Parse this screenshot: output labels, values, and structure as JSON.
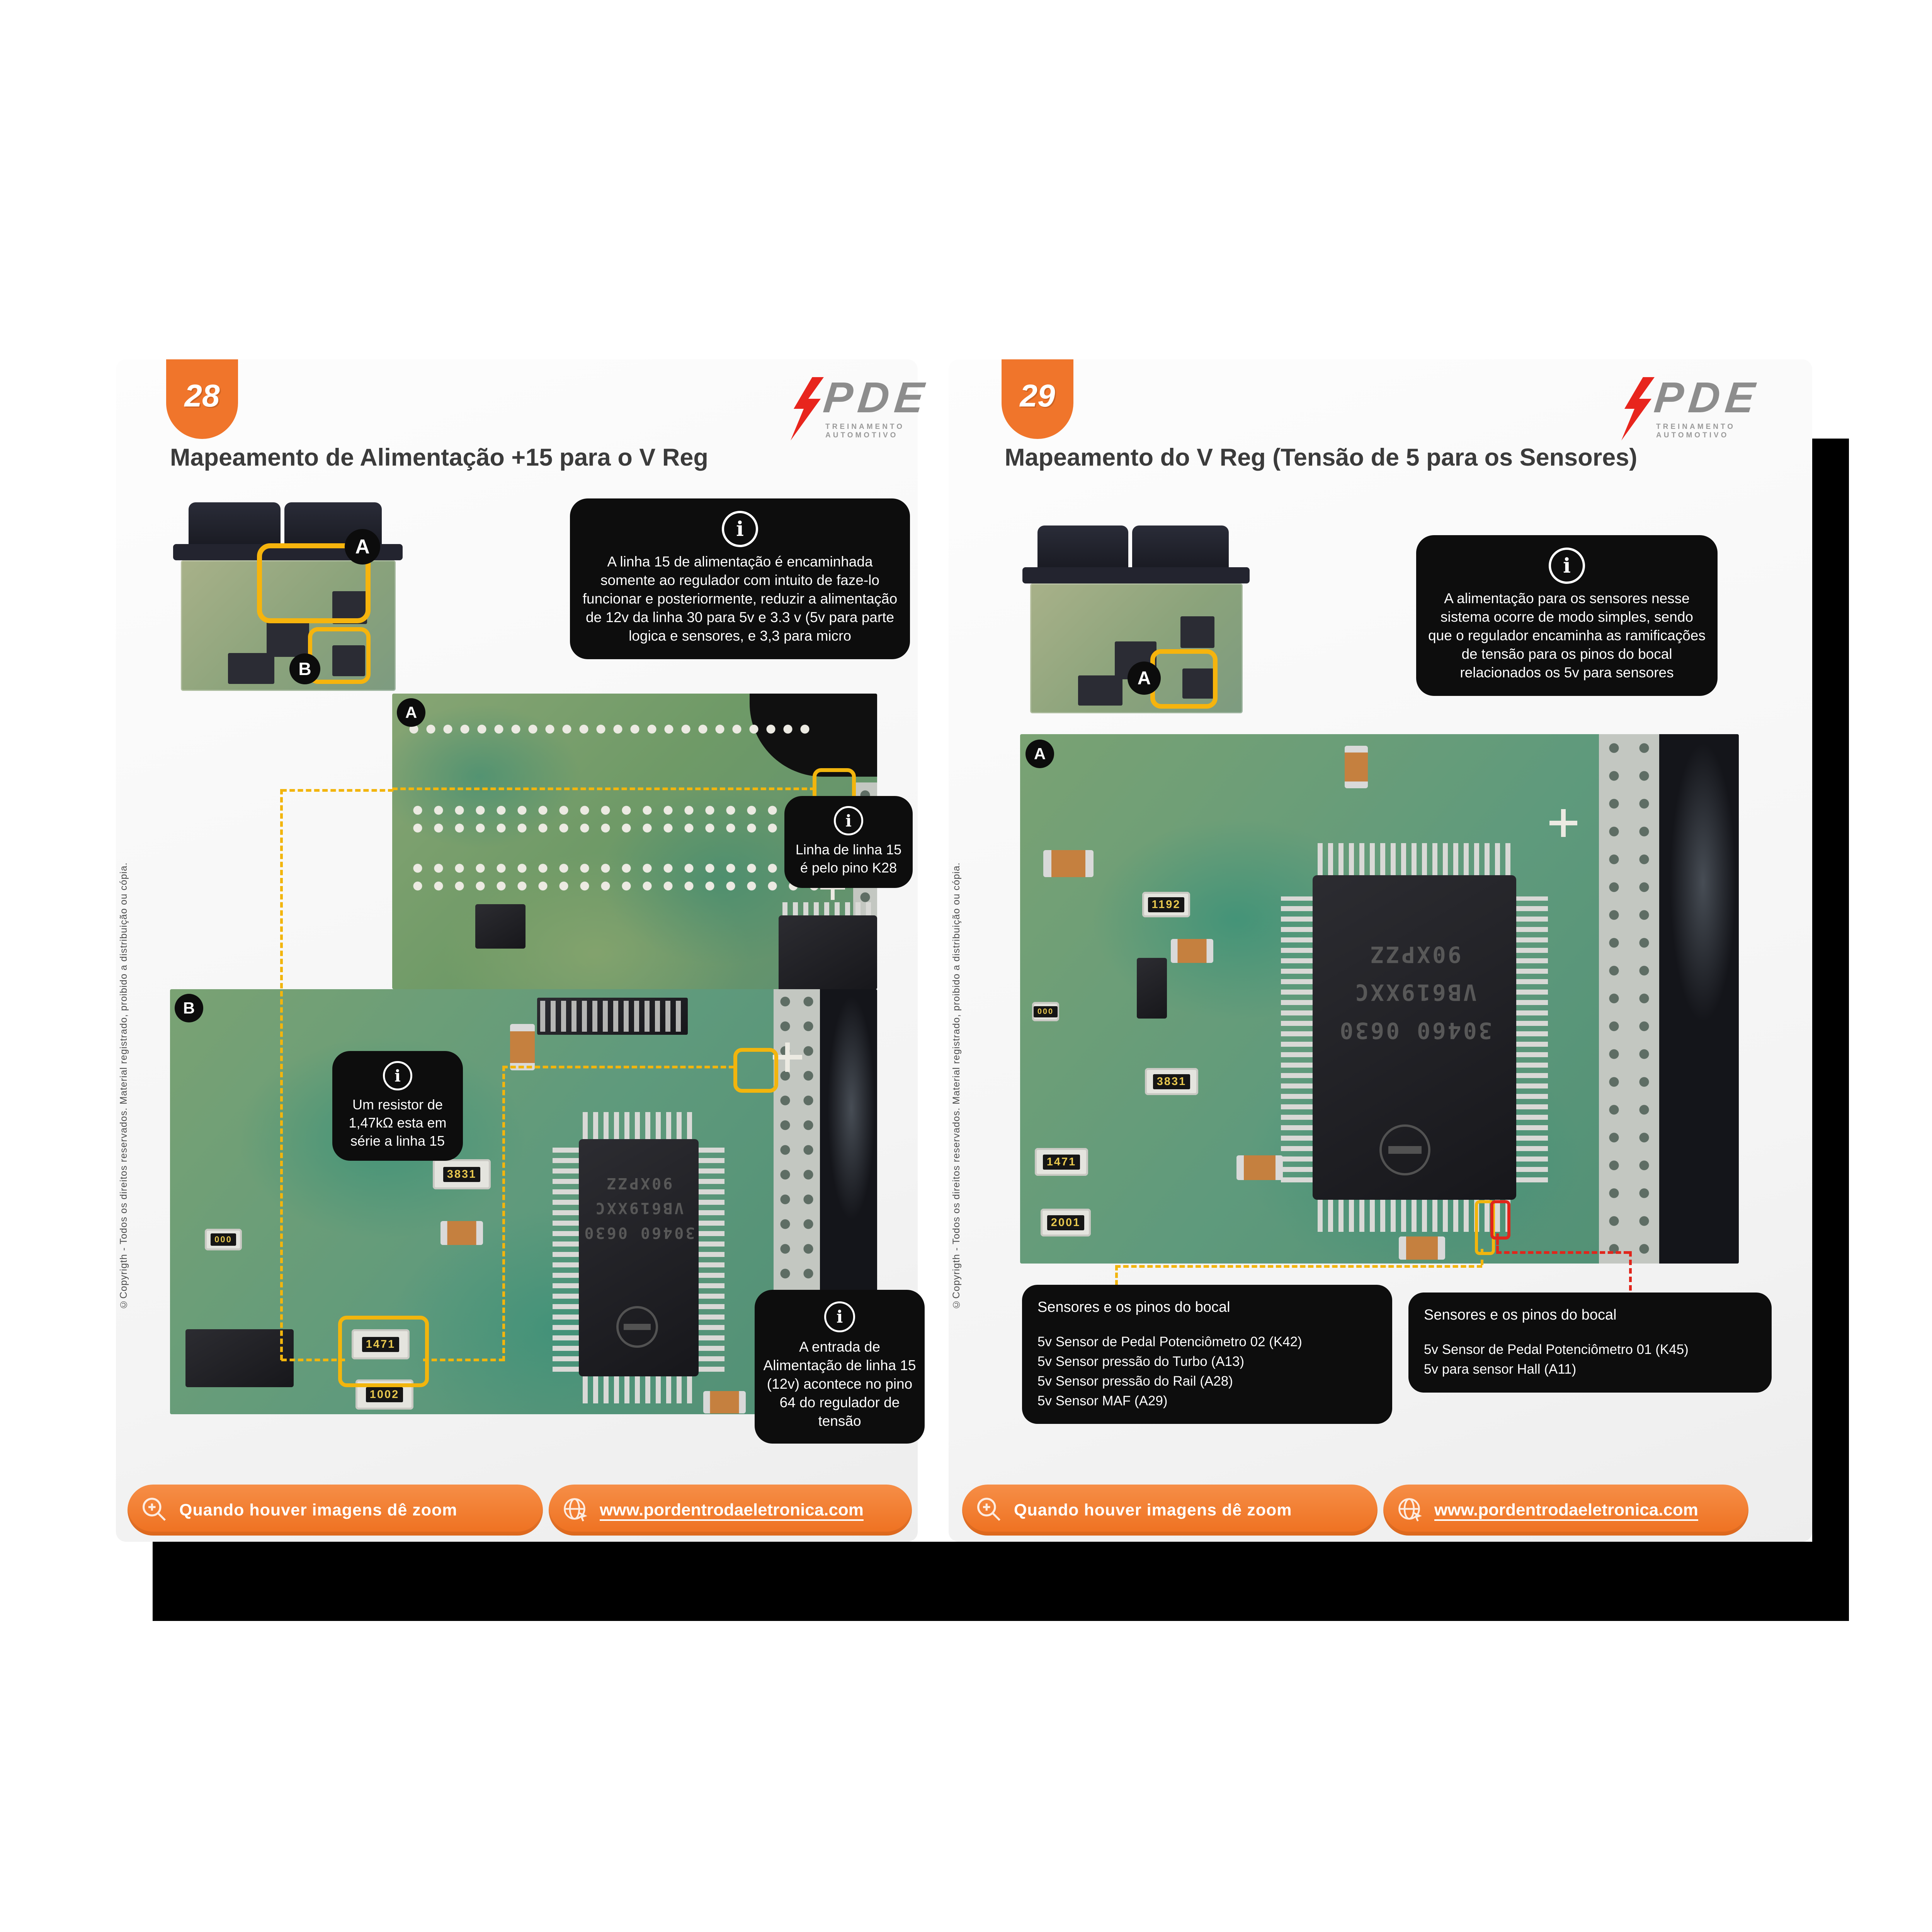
{
  "shared": {
    "logo": {
      "name": "PDE",
      "tagline": "TREINAMENTO AUTOMOTIVO"
    },
    "footer": {
      "zoom_note": "Quando houver imagens dê zoom",
      "website": "www.pordentrodaeletronica.com"
    },
    "copyright": "©Copyrigth - Todos os direitos reservados. Material registrado, proibido a distribuição ou cópia.",
    "icons": {
      "info": "i"
    },
    "chip_marking": {
      "line1": "30460 0630",
      "line2": "VB619XXC",
      "line3": "90XPZZ"
    }
  },
  "page28": {
    "badge": "28",
    "title": "Mapeamento de Alimentação +15 para o V Reg",
    "marker_a": "A",
    "marker_b": "B",
    "callout_info": "A linha 15 de alimentação é encaminhada somente ao regulador com intuito de faze-lo funcionar e posteriormente, reduzir a alimentação de 12v da linha 30 para 5v e 3.3 v (5v para parte logica e sensores, e 3,3 para micro",
    "callout_k28": "Linha de linha 15 é pelo pino K28",
    "callout_resistor": "Um resistor de 1,47kΩ esta em série a linha 15",
    "callout_entrada": "A entrada de Alimentação de linha 15 (12v) acontece no pino 64 do regulador de tensão",
    "components": {
      "r3831": "3831",
      "r1471": "1471",
      "r1002": "1002",
      "r000": "000"
    }
  },
  "page29": {
    "badge": "29",
    "title": "Mapeamento do V Reg (Tensão de 5 para os Sensores)",
    "marker_a": "A",
    "callout_info": "A alimentação para os sensores nesse sistema ocorre de modo simples, sendo que o regulador encaminha as ramificações de tensão para os pinos do bocal relacionados os 5v para sensores",
    "sensors_left": {
      "title": "Sensores e os pinos do bocal",
      "items": [
        "5v Sensor de Pedal Potenciômetro 02 (K42)",
        "5v Sensor pressão do Turbo (A13)",
        "5v Sensor pressão do Rail (A28)",
        "5v Sensor MAF (A29)"
      ]
    },
    "sensors_right": {
      "title": "Sensores e os pinos do bocal",
      "items": [
        "5v Sensor de Pedal Potenciômetro 01 (K45)",
        "5v para sensor Hall (A11)"
      ]
    },
    "components": {
      "r1192": "1192",
      "r3831": "3831",
      "r1471": "1471",
      "r2001": "2001",
      "r000": "000"
    }
  },
  "colors": {
    "accent_orange": "#f0752b",
    "highlight_yellow": "#f2b50d",
    "trace_red": "#e1251b",
    "callout_black": "#0d0d0d"
  }
}
